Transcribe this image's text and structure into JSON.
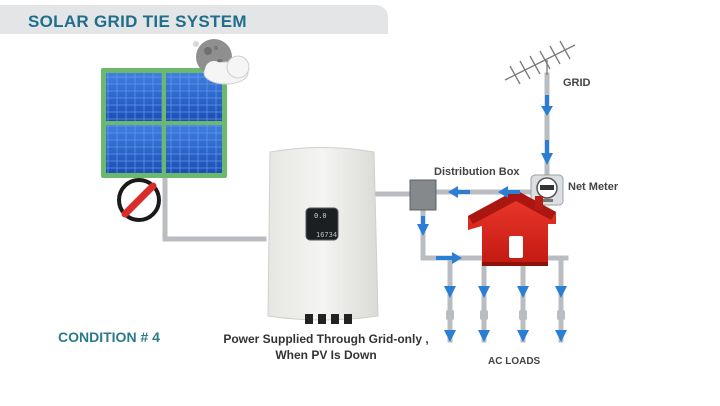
{
  "title": "SOLAR GRID TIE SYSTEM",
  "labels": {
    "grid": "GRID",
    "distribution_box": "Distribution Box",
    "net_meter": "Net Meter",
    "ac_loads": "AC  LOADS",
    "condition": "CONDITION  # 4",
    "caption_line1": "Power Supplied Through Grid-only ,",
    "caption_line2": "When PV Is Down"
  },
  "inverter_display": {
    "top": "0.0",
    "bottom": "16734"
  },
  "icons": [
    "night-moon-cloud-icon",
    "no-entry-icon",
    "antenna-icon",
    "house-icon",
    "down-arrow-icon"
  ],
  "colors": {
    "title": "#1f6f8b",
    "condition": "#2a7a8c",
    "flow_arrow": "#2a7fd4",
    "wire": "#b9bdc1",
    "house": "#d9261c",
    "prohibit": "#d92d2a"
  }
}
